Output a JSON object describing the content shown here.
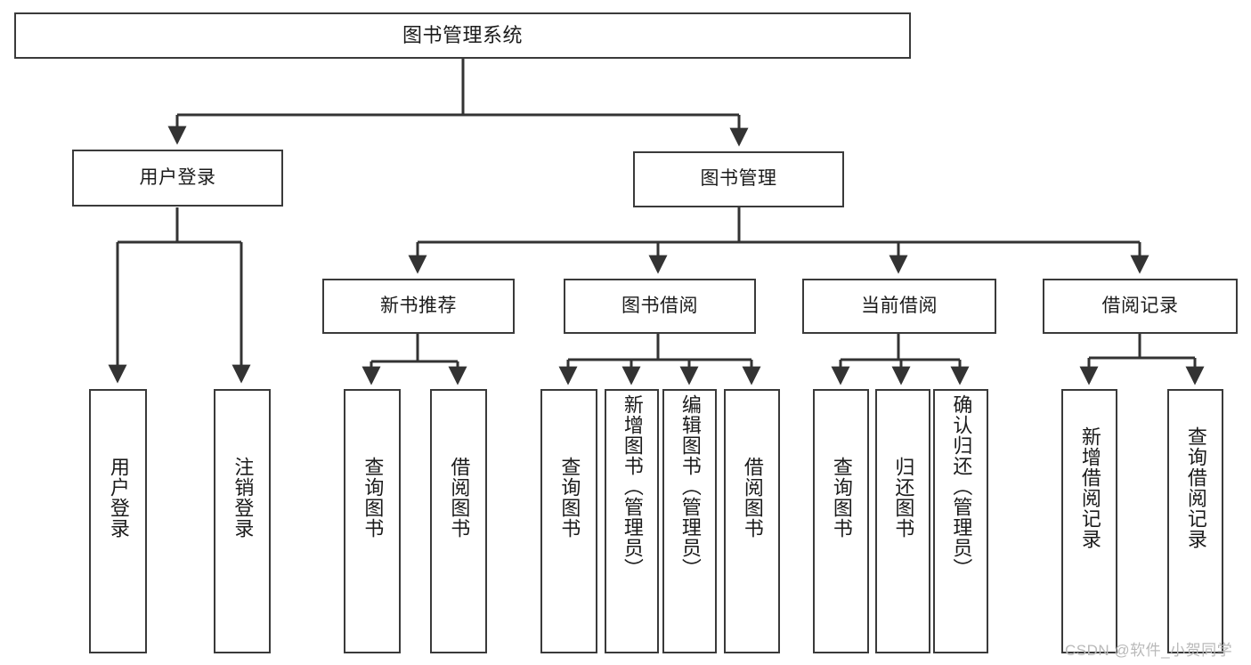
{
  "diagram": {
    "title": "图书管理系统",
    "type": "tree-hierarchy-diagram",
    "watermark": "CSDN @软件_小贺同学",
    "colors": {
      "box_border": "#3a3a3a",
      "box_fill": "#ffffff",
      "edge": "#333333",
      "text": "#1b1b1b",
      "watermark": "#b9b9b9",
      "background": "#ffffff"
    },
    "nodes": {
      "root": {
        "label": "图书管理系统"
      },
      "level2": [
        {
          "id": "user-login",
          "label": "用户登录"
        },
        {
          "id": "book-management",
          "label": "图书管理"
        }
      ],
      "level3": [
        {
          "id": "new-book-recommend",
          "label": "新书推荐"
        },
        {
          "id": "book-borrow",
          "label": "图书借阅"
        },
        {
          "id": "current-borrow",
          "label": "当前借阅"
        },
        {
          "id": "borrow-record",
          "label": "借阅记录"
        }
      ],
      "leaves": {
        "user_login": [
          {
            "id": "leaf-user-login",
            "label": "用户登录"
          },
          {
            "id": "leaf-logout-login",
            "label": "注销登录"
          }
        ],
        "new_book_recommend": [
          {
            "id": "leaf-query-book-1",
            "label": "查询图书"
          },
          {
            "id": "leaf-borrow-book-1",
            "label": "借阅图书"
          }
        ],
        "book_borrow": [
          {
            "id": "leaf-query-book-2",
            "label": "查询图书"
          },
          {
            "id": "leaf-add-book",
            "label": "新增图书（管理员）"
          },
          {
            "id": "leaf-edit-book",
            "label": "编辑图书（管理员）"
          },
          {
            "id": "leaf-borrow-book-2",
            "label": "借阅图书"
          }
        ],
        "current_borrow": [
          {
            "id": "leaf-query-book-3",
            "label": "查询图书"
          },
          {
            "id": "leaf-return-book",
            "label": "归还图书"
          },
          {
            "id": "leaf-confirm-return",
            "label": "确认归还（管理员）"
          }
        ],
        "borrow_record": [
          {
            "id": "leaf-add-borrow-record",
            "label": "新增借阅记录"
          },
          {
            "id": "leaf-query-borrow-record",
            "label": "查询借阅记录"
          }
        ]
      }
    }
  }
}
